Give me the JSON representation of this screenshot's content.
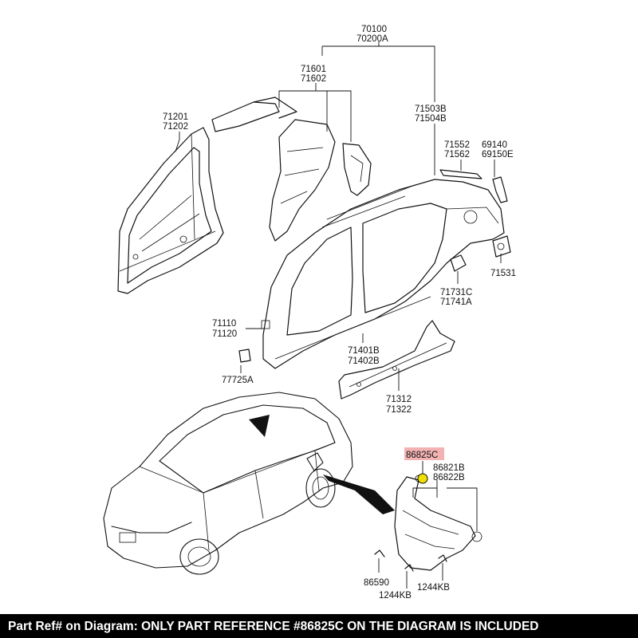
{
  "highlight_color": "#f3b3b3",
  "footer_background": "#000000",
  "labels": {
    "l70100": "70100",
    "l70200A": "70200A",
    "l71601": "71601",
    "l71602": "71602",
    "l71201": "71201",
    "l71202": "71202",
    "l71503B": "71503B",
    "l71504B": "71504B",
    "l71552": "71552",
    "l71562": "71562",
    "l69140": "69140",
    "l69150E": "69150E",
    "l71531": "71531",
    "l71731C": "71731C",
    "l71741A": "71741A",
    "l71110": "71110",
    "l71120": "71120",
    "l77725A": "77725A",
    "l71401B": "71401B",
    "l71402B": "71402B",
    "l71312": "71312",
    "l71322": "71322",
    "l86825C": "86825C",
    "l86821B": "86821B",
    "l86822B": "86822B",
    "l86590": "86590",
    "l1244KB_a": "1244KB",
    "l1244KB_b": "1244KB"
  },
  "footer": {
    "text": "Part Ref# on Diagram: ONLY PART REFERENCE #86825C ON THE DIAGRAM IS INCLUDED"
  }
}
